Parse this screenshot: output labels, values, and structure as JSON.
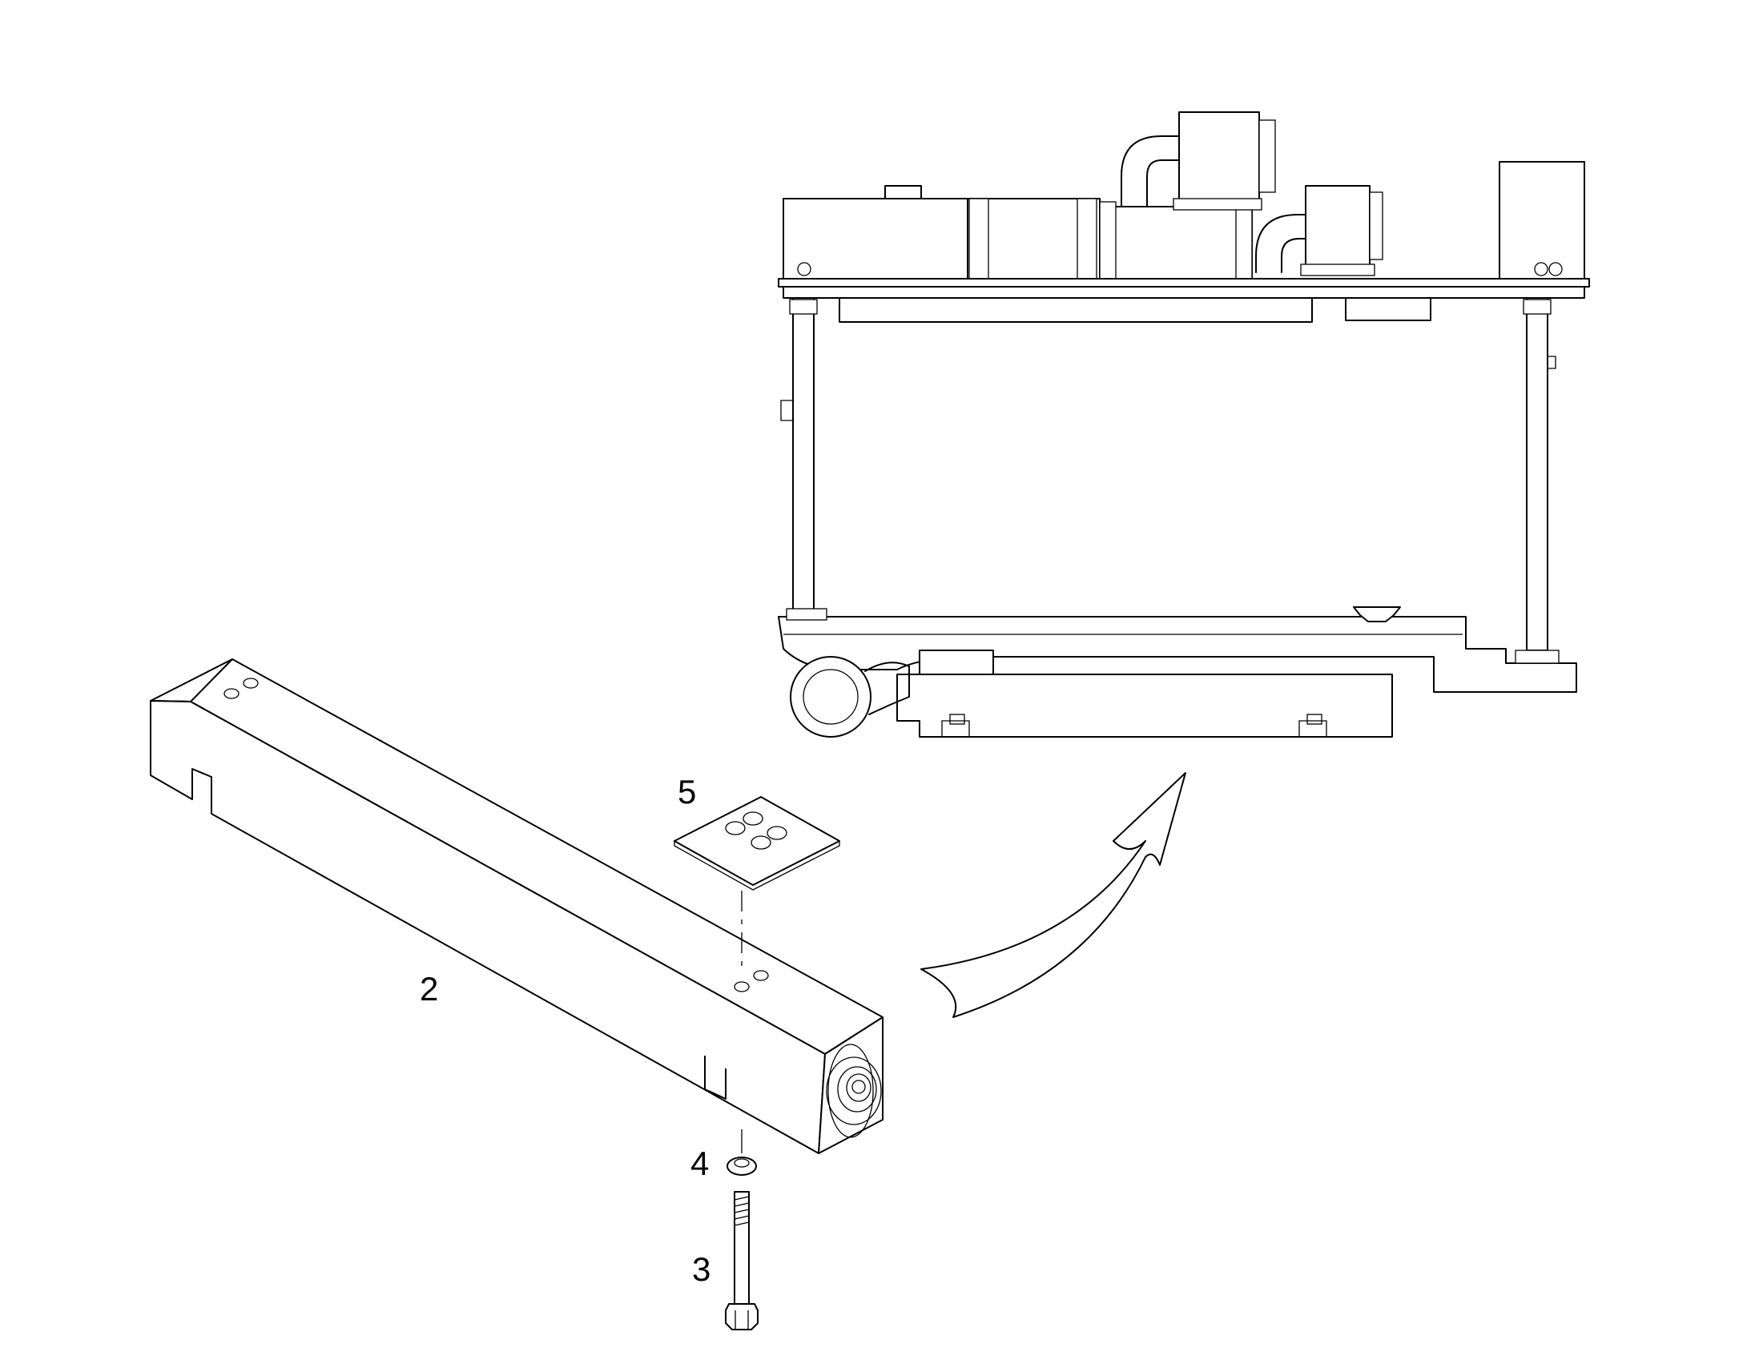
{
  "callouts": {
    "beam": "2",
    "bolt": "3",
    "washer": "4",
    "plate": "5"
  }
}
